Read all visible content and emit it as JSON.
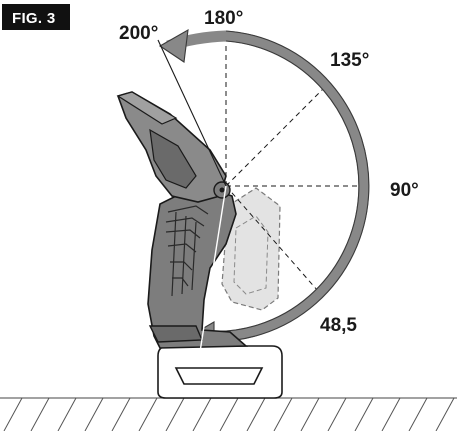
{
  "figure": {
    "label": "FIG. 3"
  },
  "angles": {
    "a180": "180°",
    "a200": "200°",
    "a135": "135°",
    "a90": "90°",
    "a48": "48,5"
  },
  "colors": {
    "ink": "#1a1a1a",
    "tool_body": "#7d7d7d",
    "tool_dark": "#4d4d4d",
    "ghost": "#dcdcdc"
  }
}
